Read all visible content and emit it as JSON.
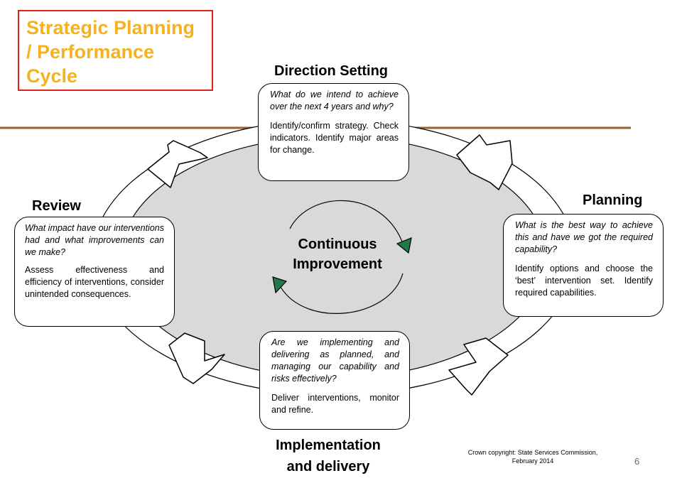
{
  "title": {
    "line1": "Strategic Planning",
    "line2": "/ Performance",
    "line3": "Cycle"
  },
  "stages": {
    "direction": {
      "label": "Direction Setting",
      "question": "What do we intend to achieve over the next 4 years and why?",
      "action": "Identify/confirm strategy. Check indicators. Identify major areas for change."
    },
    "planning": {
      "label": "Planning",
      "question": "What is the best way to achieve this and have we got the required capability?",
      "action": "Identify options and choose the ‘best’ intervention set. Identify required capabilities."
    },
    "implementation": {
      "label_line1": "Implementation",
      "label_line2": "and delivery",
      "question": "Are we implementing and delivering as planned, and managing our capability and risks effectively?",
      "action": "Deliver interventions, monitor and refine."
    },
    "review": {
      "label": "Review",
      "question": "What impact have our interventions had and what improvements can we make?",
      "action": "Assess effectiveness and efficiency of interventions, consider unintended consequences."
    }
  },
  "center": {
    "line1": "Continuous",
    "line2": "Improvement"
  },
  "footer": {
    "copyright_line1": "Crown copyright: State Services Commission,",
    "copyright_line2": "February 2014",
    "page_number": "6"
  },
  "colors": {
    "title_text": "#f4b120",
    "title_border": "#e0201b",
    "divider": "#a0602a",
    "ellipse_fill": "#d9d9d9",
    "cycle_arrowhead": "#1e7a4a"
  }
}
